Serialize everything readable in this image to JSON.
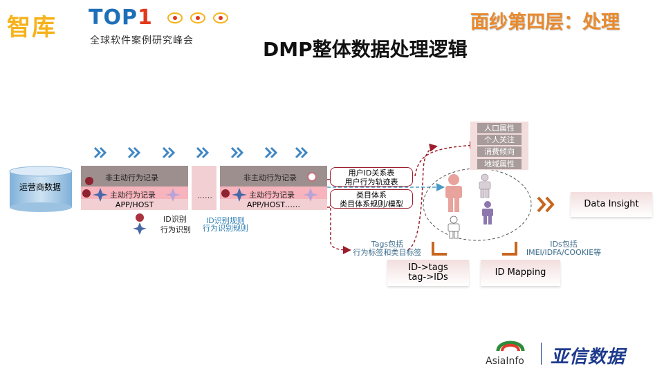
{
  "header": {
    "logo_left": "智库",
    "logo_top_text": "TOP",
    "logo_top_one": "1",
    "logo_sub": "全球软件案例研究峰会",
    "layer_title": "面纱第四层：处理",
    "main_title": "DMP整体数据处理逻辑"
  },
  "diagram": {
    "source": "运营商数据",
    "block1": {
      "row_passive": "非主动行为记录",
      "row_active": "主动行为记录",
      "footer": "APP/HOST"
    },
    "ellipsis": "……",
    "block2": {
      "row_passive": "非主动行为记录",
      "row_active": "主动行为记录",
      "footer": "APP/HOST……"
    },
    "legend": {
      "id_recognition": "ID识别",
      "behavior_recognition": "行为识别"
    },
    "rules": {
      "id_rules": "ID识别规则",
      "behavior_rules": "行为识别规则"
    },
    "bubble_tables": [
      "用户ID关系表",
      "用户行为轨迹表"
    ],
    "bubble_system": [
      "类目体系",
      "类目体系规则/模型"
    ],
    "attributes": [
      "人口属性",
      "个人关注",
      "消费倾向",
      "地域属性"
    ],
    "data_insight": "Data Insight",
    "tags_note": [
      "Tags包括",
      "行为标签和类目标签"
    ],
    "ids_note": [
      "IDs包括",
      "IMEI/IDFA/COOKIE等"
    ],
    "id_tags_box": [
      "ID->tags",
      "tag->IDs"
    ],
    "id_mapping": "ID Mapping",
    "colors": {
      "accent_red": "#9b1d2b",
      "block_pink": "#f2cfd3",
      "block_top": "#9e8f8f",
      "orange": "#e88a2e",
      "arrow_teal": "#4a9bc7"
    }
  },
  "footer": {
    "asiainfo": "AsiaInfo",
    "brand": "亚信数据"
  }
}
